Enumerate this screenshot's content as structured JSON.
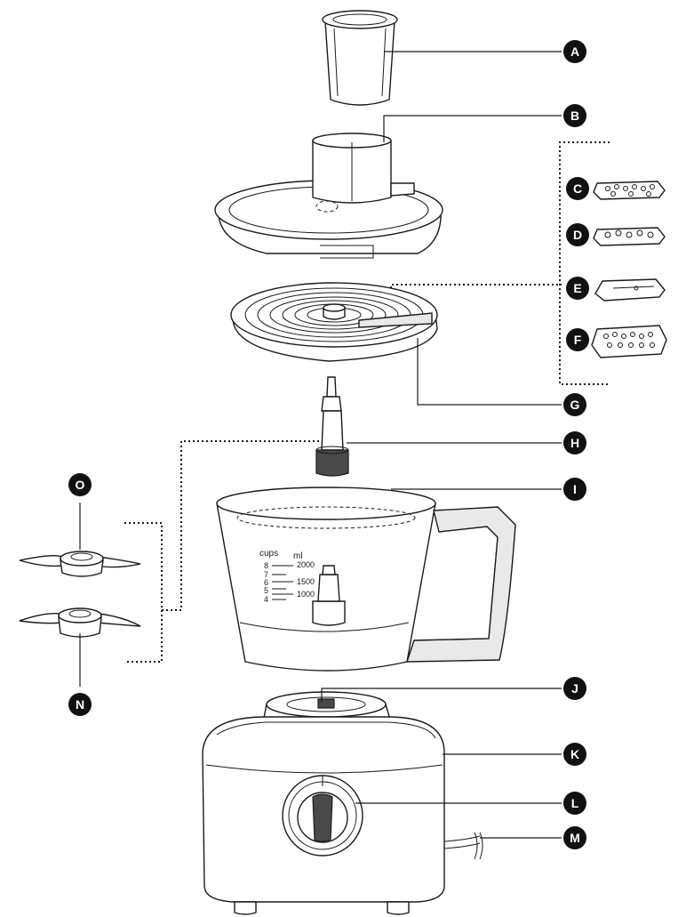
{
  "callouts": {
    "a": "A",
    "b": "B",
    "c": "C",
    "d": "D",
    "e": "E",
    "f": "F",
    "g": "G",
    "h": "H",
    "i": "I",
    "j": "J",
    "k": "K",
    "l": "L",
    "m": "M",
    "n": "N",
    "o": "O"
  },
  "bowl_scale": {
    "cups_label": "cups",
    "ml_label": "ml",
    "cups": [
      "8",
      "7",
      "6",
      "5",
      "4"
    ],
    "ml": [
      "2000",
      "1500",
      "1000"
    ]
  },
  "colors": {
    "callout_fill": "#111111",
    "outline": "#1a1a1a",
    "bowl_fill": "#ffffff",
    "handle_fill": "#e9e9e9"
  }
}
